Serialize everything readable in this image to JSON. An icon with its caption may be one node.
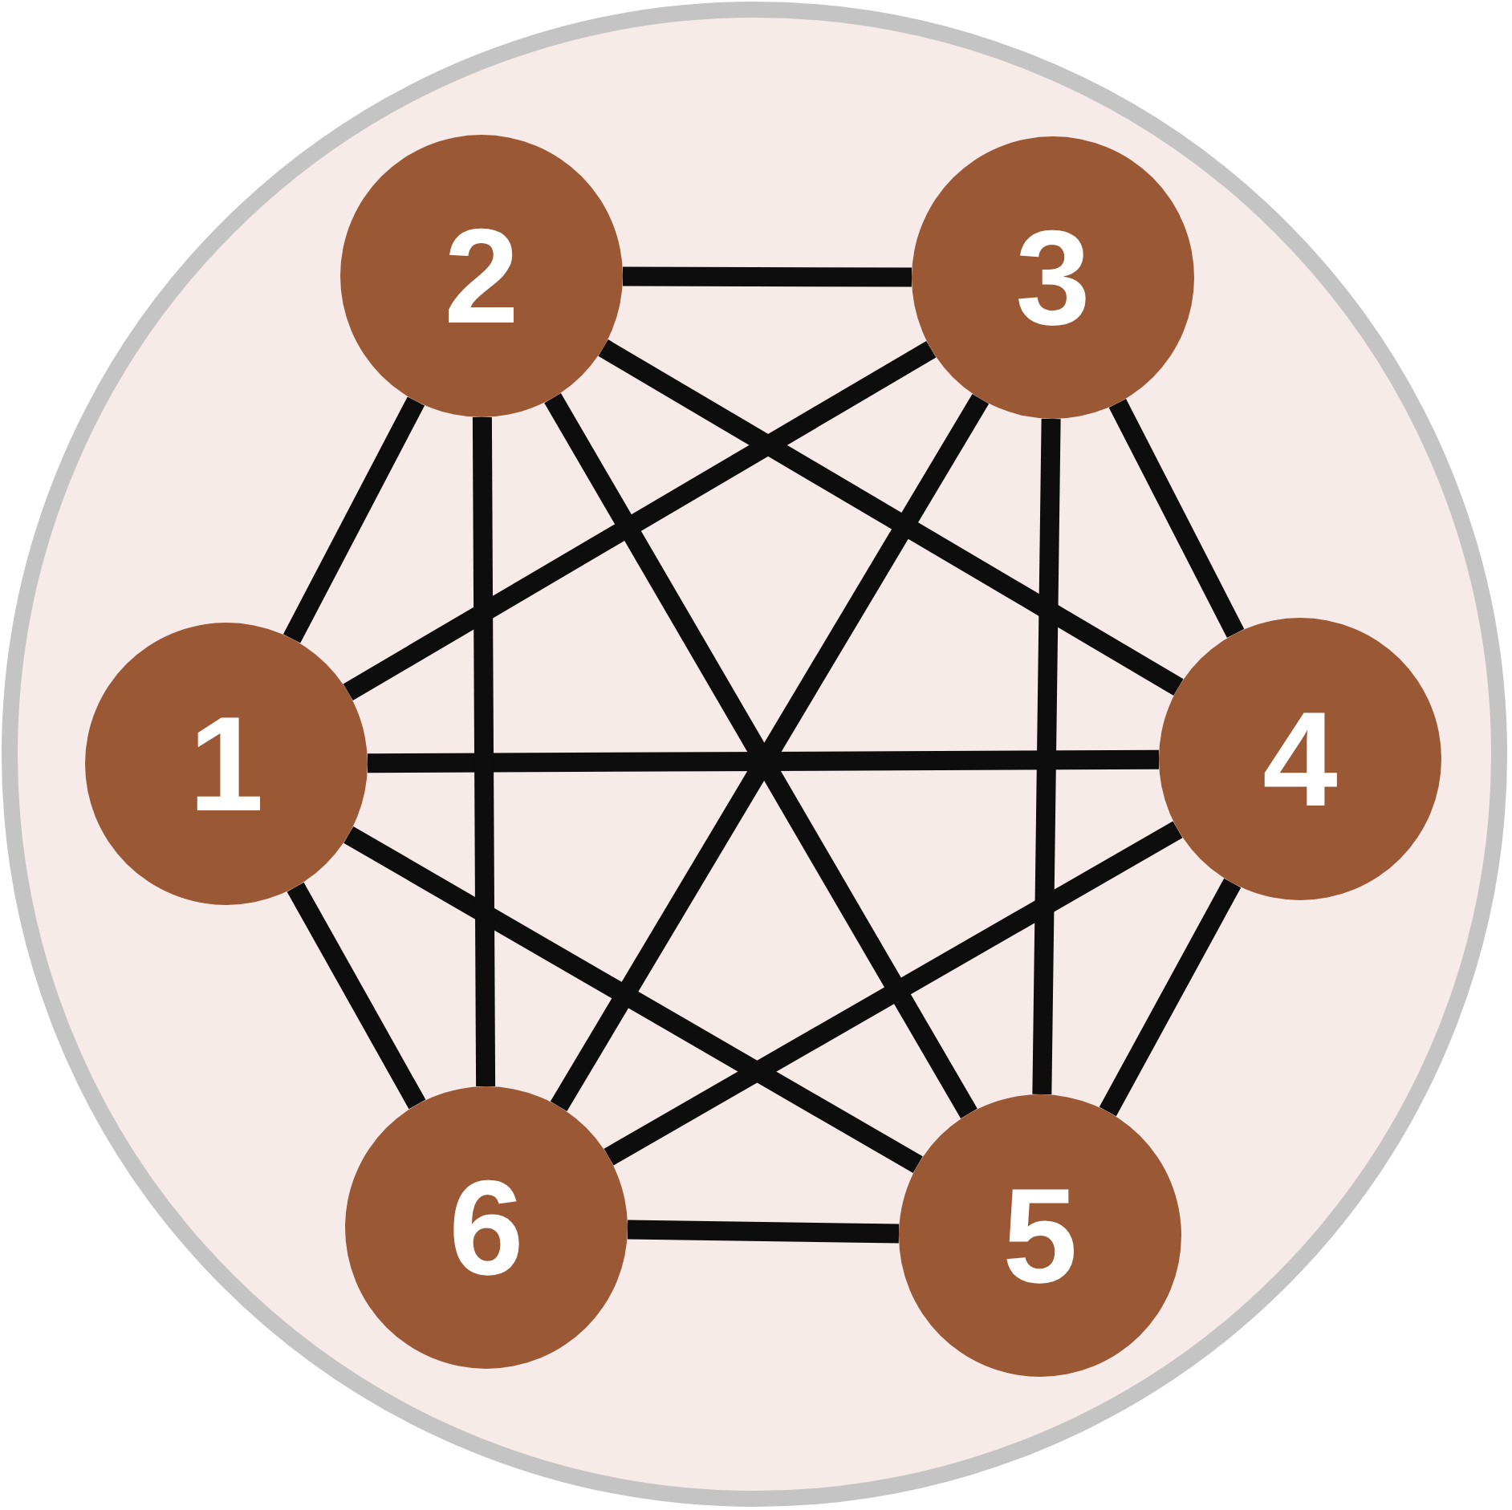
{
  "diagram": {
    "nodes": [
      {
        "text": [
          "1"
        ]
      },
      {
        "text": [
          "2"
        ]
      },
      {
        "text": [
          "3"
        ]
      },
      {
        "text": [
          "4"
        ]
      },
      {
        "text": [
          "5"
        ]
      },
      {
        "text": [
          "6"
        ]
      }
    ],
    "edges": [
      {
        "from": 0,
        "to": 1,
        "arrow": "none"
      },
      {
        "from": 0,
        "to": 2,
        "arrow": "none"
      },
      {
        "from": 0,
        "to": 3,
        "arrow": "none"
      },
      {
        "from": 0,
        "to": 4,
        "arrow": "none"
      },
      {
        "from": 0,
        "to": 5,
        "arrow": "none"
      },
      {
        "from": 1,
        "to": 2,
        "arrow": "none"
      },
      {
        "from": 1,
        "to": 3,
        "arrow": "none"
      },
      {
        "from": 1,
        "to": 4,
        "arrow": "none"
      },
      {
        "from": 1,
        "to": 5,
        "arrow": "none"
      },
      {
        "from": 2,
        "to": 3,
        "arrow": "none"
      },
      {
        "from": 2,
        "to": 4,
        "arrow": "none"
      },
      {
        "from": 2,
        "to": 5,
        "arrow": "none"
      },
      {
        "from": 3,
        "to": 4,
        "arrow": "none"
      },
      {
        "from": 3,
        "to": 5,
        "arrow": "none"
      },
      {
        "from": 4,
        "to": 5,
        "arrow": "none"
      }
    ]
  }
}
